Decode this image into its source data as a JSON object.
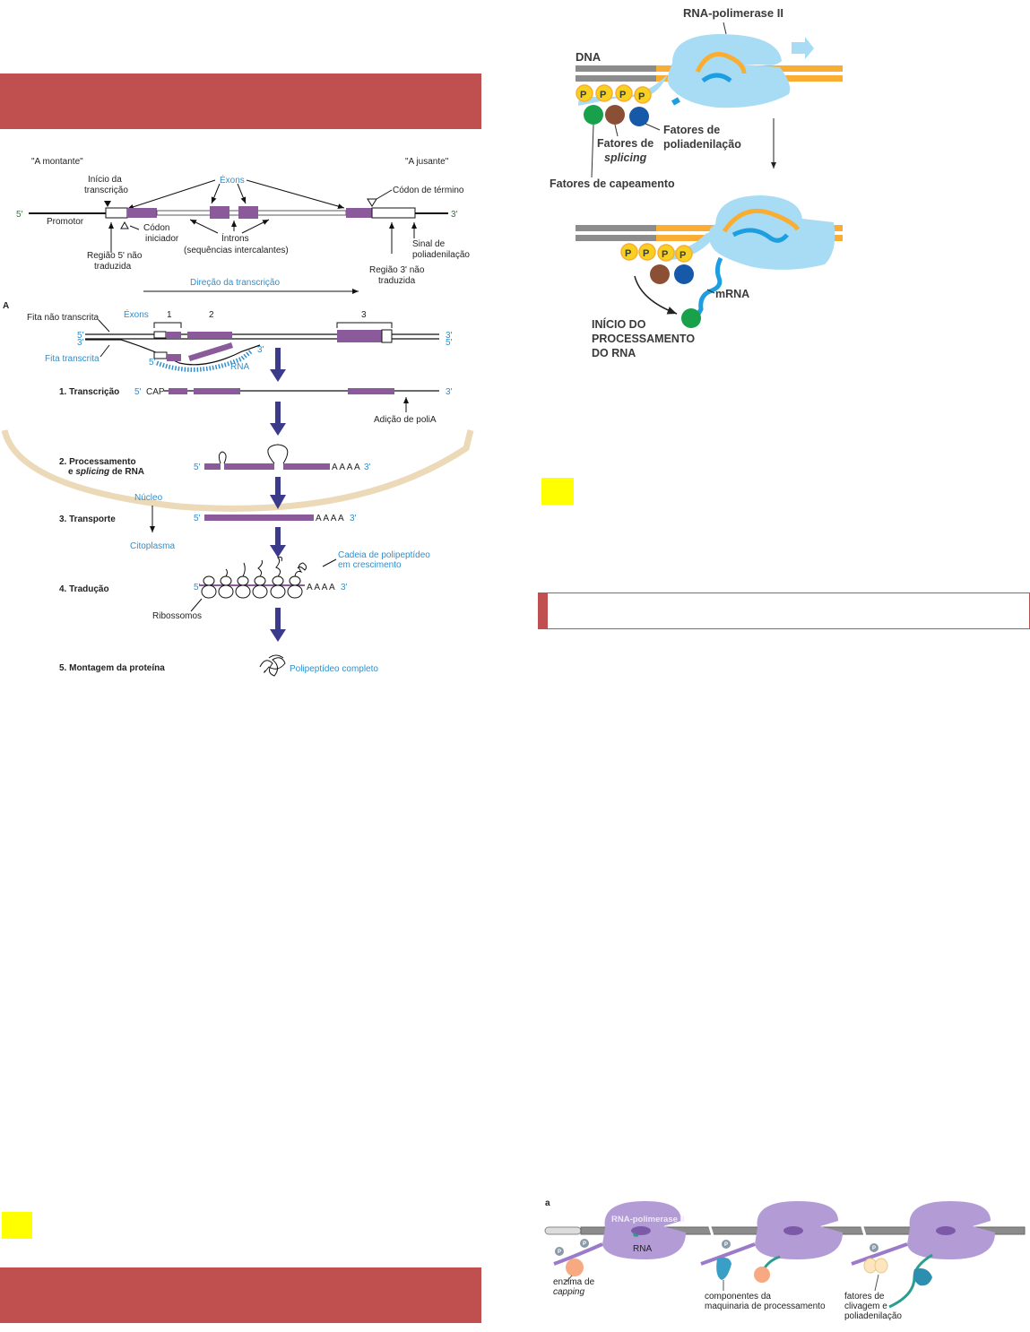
{
  "page": {
    "left_column": {
      "top_banner": {
        "color": "#c0504f"
      },
      "gene_structure_figure": {
        "upstream_label": "\"A montante\"",
        "downstream_label": "\"A jusante\"",
        "five_prime": "5′",
        "three_prime": "3′",
        "transcription_start": "Início da transcrição",
        "transcription_start_line1": "Início da",
        "transcription_start_line2": "transcrição",
        "exons_label": "Éxons",
        "stop_codon": "Códon de término",
        "promoter": "Promotor",
        "start_codon_line1": "Códon",
        "start_codon_line2": "iniciador",
        "introns_line1": "Íntrons",
        "introns_line2": "(sequências intercalantes)",
        "polyadenylation_signal_line1": "Sinal de",
        "polyadenylation_signal_line2": "poliadenilação",
        "utr5_line1": "Região 5' não",
        "utr5_line2": "traduzida",
        "utr3_line1": "Região 3' não",
        "utr3_line2": "traduzida",
        "direction": "Direção da transcrição"
      },
      "gene_expression_figure": {
        "panel_letter": "A",
        "nontemplate_strand": "Fita não transcrita",
        "template_strand": "Fita transcrita",
        "exons_label": "Éxons",
        "exon_numbers": [
          "1",
          "2",
          "3"
        ],
        "five_prime": "5'",
        "three_prime": "3'",
        "rna_label": "RNA",
        "cap_label": "CAP",
        "polya_addition": "Adição de poliA",
        "polya_tail": "A A A A",
        "nucleus": "Núcleo",
        "cytoplasm": "Citoplasma",
        "growing_chain_line1": "Cadeia de polipeptídeo",
        "growing_chain_line2": "em crescimento",
        "ribosomes": "Ribossomos",
        "complete_polypeptide": "Polipeptídeo completo",
        "steps": [
          {
            "label": "1. Transcrição"
          },
          {
            "label_line1": "2. Processamento",
            "label_line2_prefix": "e ",
            "label_line2_italic": "splicing",
            "label_line2_suffix": " de RNA"
          },
          {
            "label": "3. Transporte"
          },
          {
            "label": "4. Tradução"
          },
          {
            "label": "5. Montagem da proteína"
          }
        ]
      },
      "bottom_yellow_marker": {
        "color": "#ffff00"
      },
      "bottom_banner": {
        "color": "#c0504f"
      }
    },
    "right_column": {
      "polymerase_figure": {
        "polymerase_label": "RNA-polimerase II",
        "dna_label": "DNA",
        "phosphate": "P",
        "polyadenylation_factors_line1": "Fatores de",
        "polyadenylation_factors_line2": "poliadenilação",
        "splicing_factors_line1": "Fatores de",
        "splicing_factors_line2": "splicing",
        "capping_factors": "Fatores de capeamento",
        "mrna_label": "mRNA",
        "processing_start_line1": "INÍCIO DO",
        "processing_start_line2": "PROCESSAMENTO",
        "processing_start_line3": "DO RNA",
        "colors": {
          "polymerase": "#a8dcf5",
          "dna_gray": "#8c8c8c",
          "dna_orange": "#f9ad32",
          "capping": "#18a04a",
          "splicing": "#8b4f36",
          "polyadenylation": "#1559a8",
          "phosphate": "#f8d020",
          "rna": "#1c9ee0"
        }
      },
      "yellow_marker": {
        "color": "#ffff00"
      },
      "section_box": {
        "color": "#c0504f"
      },
      "ctd_figure": {
        "panel_letter": "a",
        "polymerase_label": "RNA-polimerase II",
        "rna_label": "RNA",
        "phosphate": "P",
        "capping_enzyme_line1": "enzima de",
        "capping_enzyme_line2": "capping",
        "processing_components_line1": "componentes da",
        "processing_components_line2": "maquinaria de processamento",
        "cleavage_factors_line1": "fatores de",
        "cleavage_factors_line2": "clivagem e",
        "cleavage_factors_line3": "poliadenilação"
      }
    }
  }
}
